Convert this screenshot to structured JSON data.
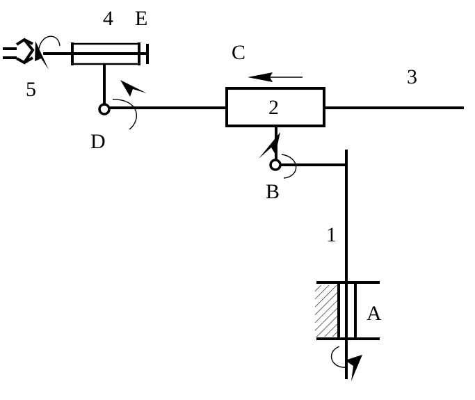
{
  "labels": {
    "link1": "1",
    "slider2": "2",
    "link3": "3",
    "slider4": "4",
    "link5": "5",
    "jointA": "A",
    "jointB": "B",
    "jointC": "C",
    "jointD": "D",
    "jointE": "E"
  },
  "icons": {
    "velocity": "left-arrow-icon",
    "rotation": "rotation-arrow-icon",
    "ground": "hatched-ground-icon"
  }
}
